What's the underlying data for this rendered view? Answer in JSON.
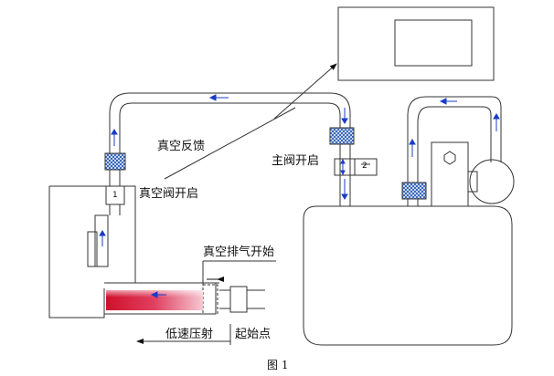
{
  "labels": {
    "vacuum_feedback": "真空反馈",
    "main_valve_open": "主阀开启",
    "vacuum_valve_open": "真空阀开启",
    "vacuum_exhaust_start": "真空排气开始",
    "low_speed_injection": "低速压射",
    "start_point": "起始点",
    "valve1_number": "1",
    "valve2_number": "2",
    "figure_caption": "图 1"
  },
  "colors": {
    "line": "#333333",
    "flow_arrow": "#1a3cc8",
    "filter_fill": "#2b5db8",
    "melt_red": "#d0102a"
  },
  "icons": [
    "filter-icon",
    "flow-arrow-icon",
    "pump-icon"
  ]
}
